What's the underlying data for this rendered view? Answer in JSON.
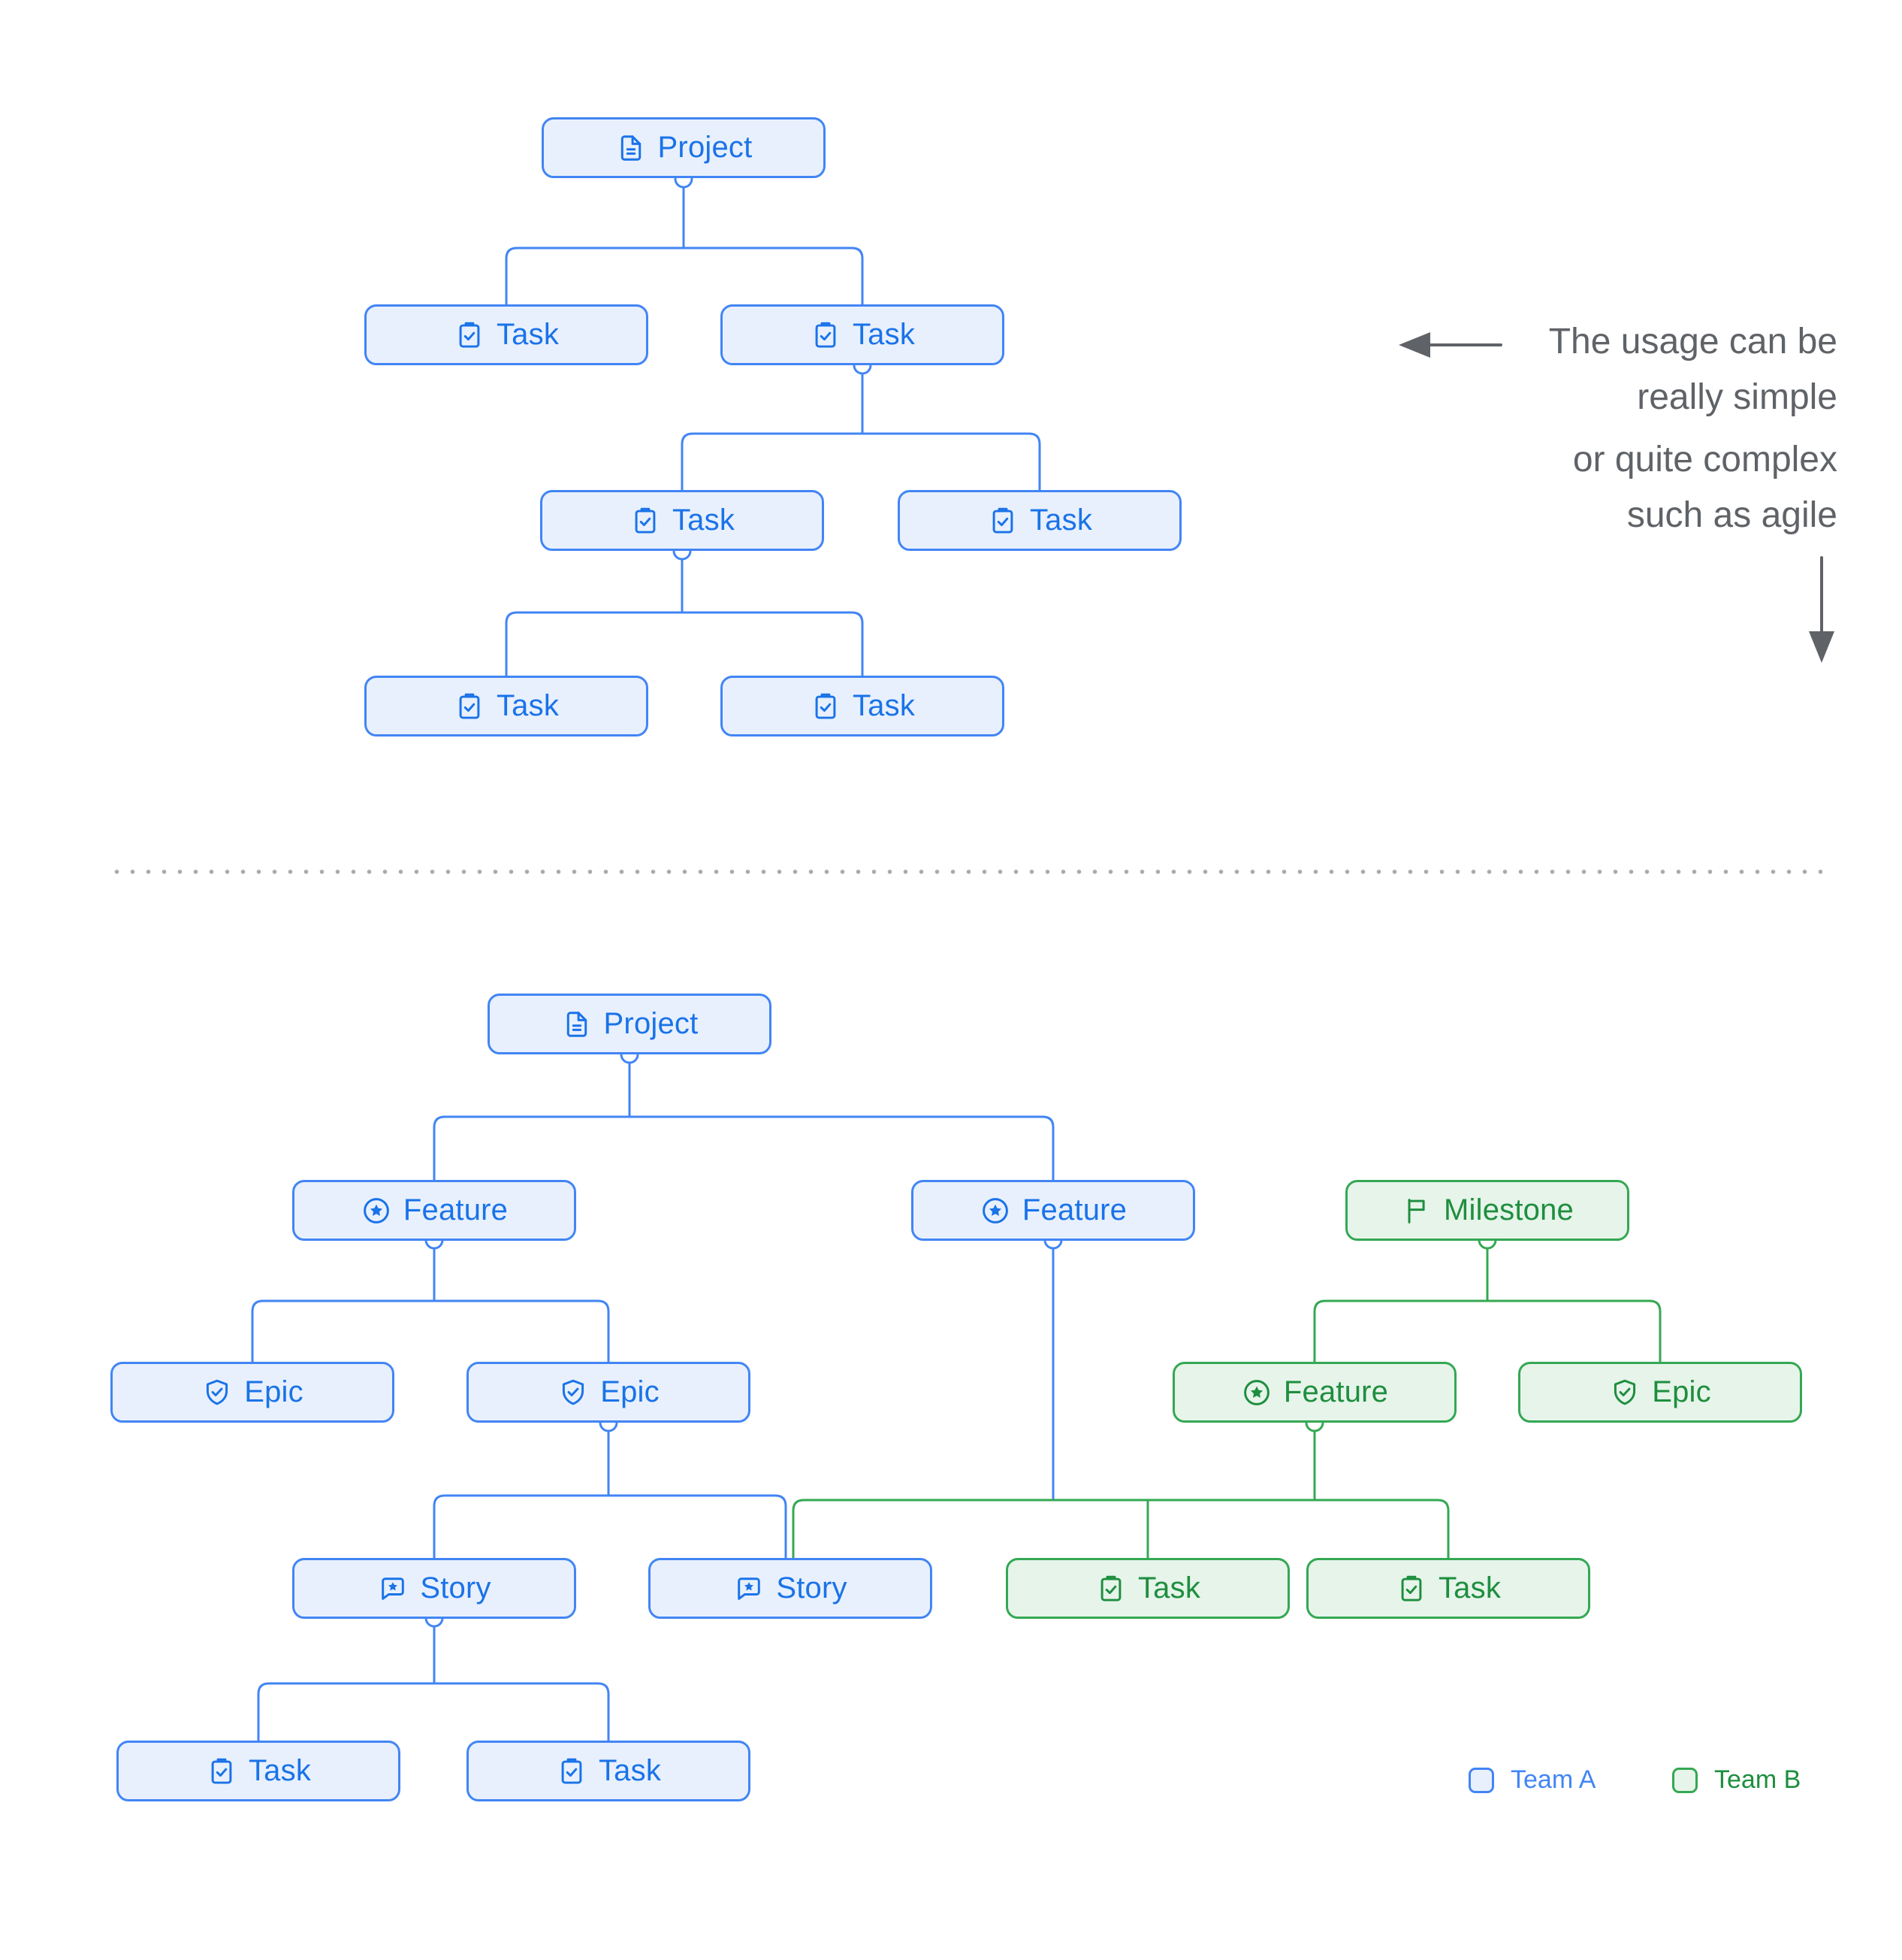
{
  "annotations": {
    "simple_note": {
      "line1": "The usage can be",
      "line2": "really simple"
    },
    "complex_note": {
      "line1": "or quite complex",
      "line2": "such as agile"
    }
  },
  "legend": {
    "team_a": "Team A",
    "team_b": "Team B"
  },
  "colors": {
    "team_a": {
      "border": "#4285F4",
      "fill": "#E8F0FE",
      "text": "#1A73E8"
    },
    "team_b": {
      "border": "#34A853",
      "fill": "#E6F4EA",
      "text": "#1E8E3E"
    },
    "annotation_text": "#5F6368",
    "divider_dot": "#A6ABB1"
  },
  "diagrams": {
    "simple": {
      "nodes": [
        {
          "id": "project",
          "label": "Project",
          "icon": "project-icon",
          "team": "a"
        },
        {
          "id": "task1",
          "label": "Task",
          "icon": "task-icon",
          "team": "a"
        },
        {
          "id": "task2",
          "label": "Task",
          "icon": "task-icon",
          "team": "a"
        },
        {
          "id": "task3",
          "label": "Task",
          "icon": "task-icon",
          "team": "a"
        },
        {
          "id": "task4",
          "label": "Task",
          "icon": "task-icon",
          "team": "a"
        },
        {
          "id": "task5",
          "label": "Task",
          "icon": "task-icon",
          "team": "a"
        },
        {
          "id": "task6",
          "label": "Task",
          "icon": "task-icon",
          "team": "a"
        }
      ]
    },
    "complex": {
      "nodes": [
        {
          "id": "project",
          "label": "Project",
          "icon": "project-icon",
          "team": "a"
        },
        {
          "id": "feature1",
          "label": "Feature",
          "icon": "feature-icon",
          "team": "a"
        },
        {
          "id": "feature2",
          "label": "Feature",
          "icon": "feature-icon",
          "team": "a"
        },
        {
          "id": "milestone",
          "label": "Milestone",
          "icon": "milestone-icon",
          "team": "b"
        },
        {
          "id": "epic1",
          "label": "Epic",
          "icon": "epic-icon",
          "team": "a"
        },
        {
          "id": "epic2",
          "label": "Epic",
          "icon": "epic-icon",
          "team": "a"
        },
        {
          "id": "gfeature",
          "label": "Feature",
          "icon": "feature-icon",
          "team": "b"
        },
        {
          "id": "gepic",
          "label": "Epic",
          "icon": "epic-icon",
          "team": "b"
        },
        {
          "id": "story1",
          "label": "Story",
          "icon": "story-icon",
          "team": "a"
        },
        {
          "id": "story2",
          "label": "Story",
          "icon": "story-icon",
          "team": "a"
        },
        {
          "id": "gtask1",
          "label": "Task",
          "icon": "task-icon",
          "team": "b"
        },
        {
          "id": "gtask2",
          "label": "Task",
          "icon": "task-icon",
          "team": "b"
        },
        {
          "id": "btask1",
          "label": "Task",
          "icon": "task-icon",
          "team": "a"
        },
        {
          "id": "btask2",
          "label": "Task",
          "icon": "task-icon",
          "team": "a"
        }
      ]
    }
  }
}
